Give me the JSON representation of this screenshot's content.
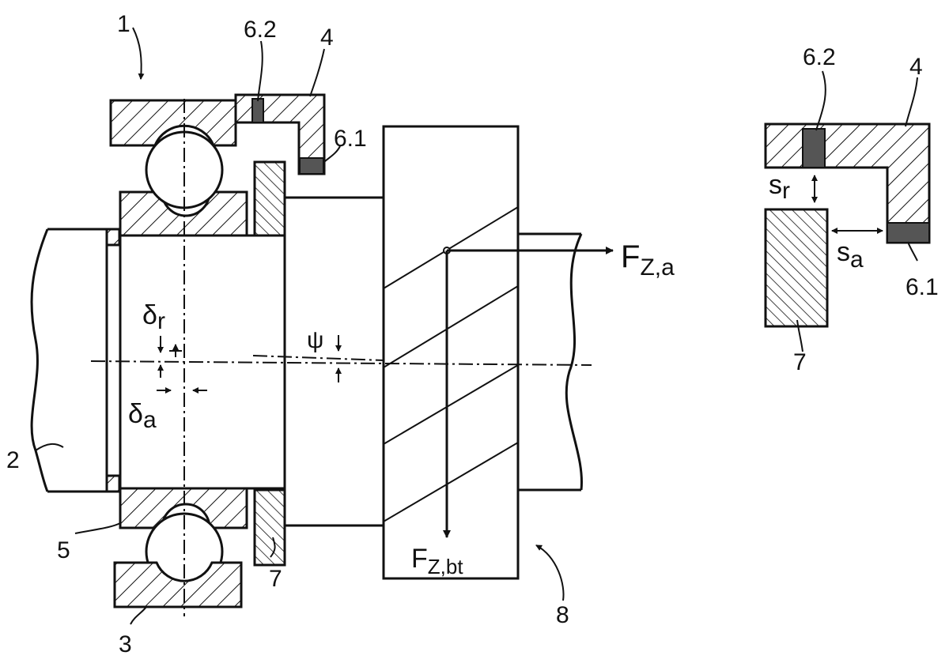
{
  "figure": {
    "labels": {
      "assembly": "1",
      "shaft": "2",
      "outer_ring": "3",
      "sensor_holder": "4",
      "inner_ring": "5",
      "sensor_radial": "6.2",
      "sensor_axial": "6.1",
      "target_disc": "7",
      "gear": "8"
    },
    "forces": {
      "axial_main": "F",
      "axial_sub": "Z,a",
      "tangential_main": "F",
      "tangential_sub": "Z,bt"
    },
    "symbols": {
      "delta_r_main": "δ",
      "delta_r_sub": "r",
      "delta_a_main": "δ",
      "delta_a_sub": "a",
      "tilt": "ψ"
    },
    "detail": {
      "sensor_radial": "6.2",
      "holder": "4",
      "sensor_axial": "6.1",
      "target": "7",
      "gap_radial_main": "s",
      "gap_radial_sub": "r",
      "gap_axial_main": "s",
      "gap_axial_sub": "a"
    }
  }
}
